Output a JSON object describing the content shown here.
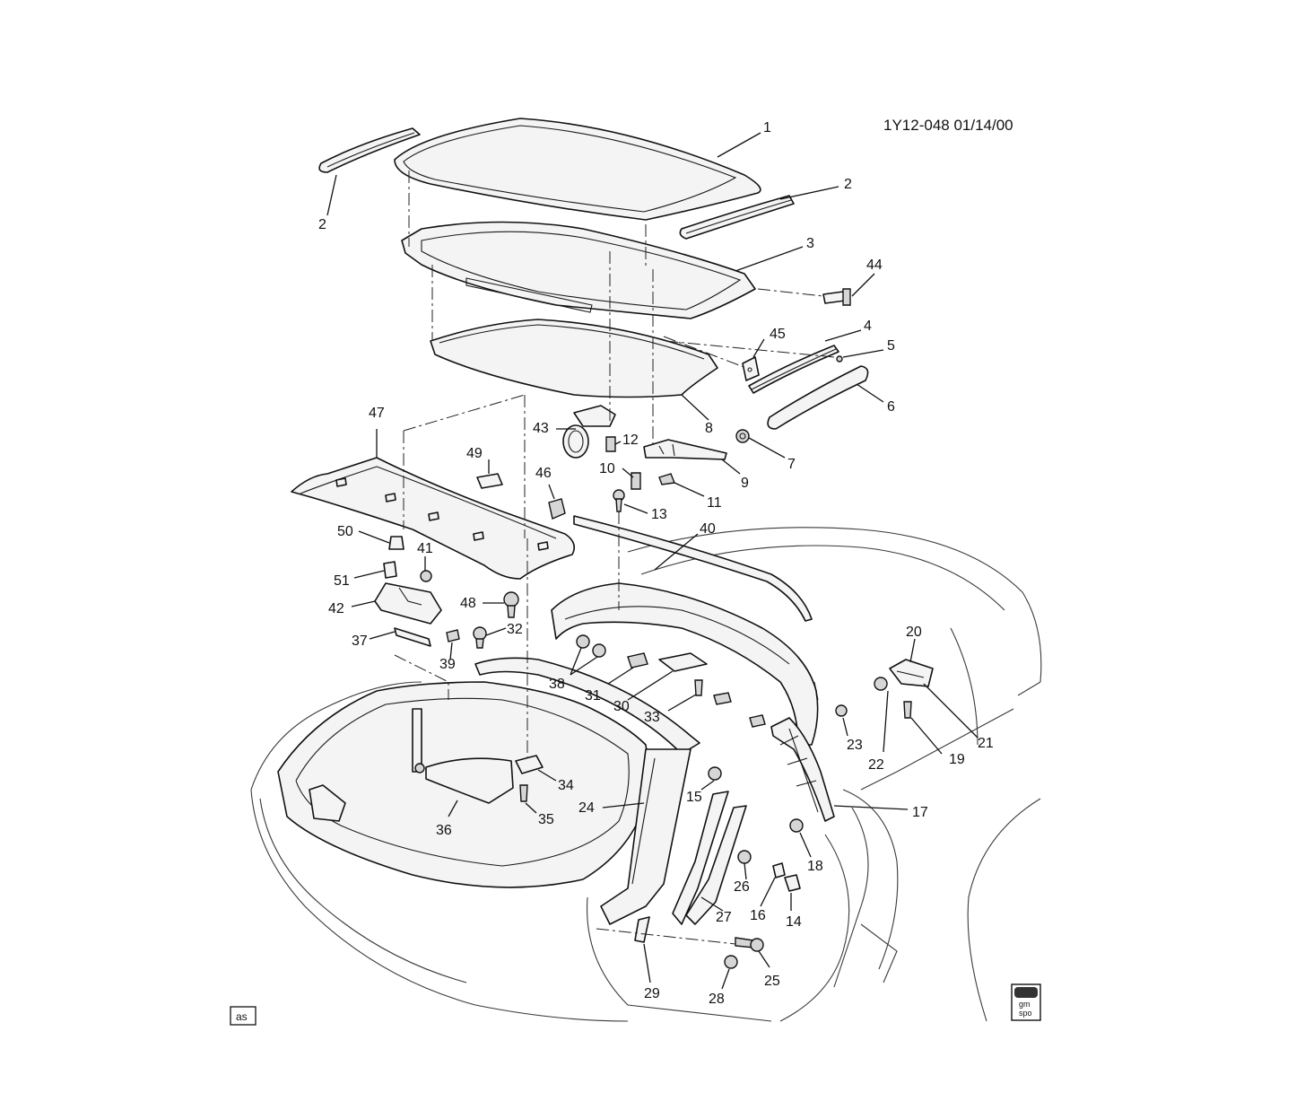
{
  "reference": "1Y12-048  01/14/00",
  "footer_left_badge": "as",
  "footer_right_badge": {
    "line1": "gm",
    "line2": "spo"
  },
  "callouts": {
    "c1": "1",
    "c2a": "2",
    "c2b": "2",
    "c3": "3",
    "c4": "4",
    "c5": "5",
    "c6": "6",
    "c7": "7",
    "c8": "8",
    "c9": "9",
    "c10": "10",
    "c11": "11",
    "c12": "12",
    "c13": "13",
    "c14": "14",
    "c15": "15",
    "c16": "16",
    "c17": "17",
    "c18": "18",
    "c19": "19",
    "c20": "20",
    "c21": "21",
    "c22": "22",
    "c23": "23",
    "c24": "24",
    "c25": "25",
    "c26": "26",
    "c27": "27",
    "c28": "28",
    "c29": "29",
    "c30": "30",
    "c31": "31",
    "c32": "32",
    "c33": "33",
    "c34": "34",
    "c35": "35",
    "c36": "36",
    "c37": "37",
    "c38": "38",
    "c39": "39",
    "c40": "40",
    "c41": "41",
    "c42": "42",
    "c43": "43",
    "c44": "44",
    "c45": "45",
    "c46": "46",
    "c47": "47",
    "c48": "48",
    "c49": "49",
    "c50": "50",
    "c51": "51"
  }
}
